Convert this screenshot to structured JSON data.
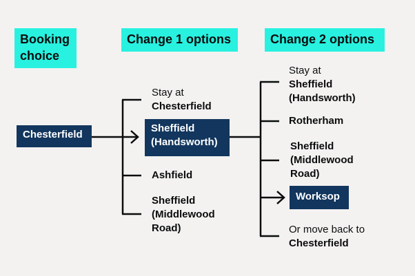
{
  "headers": {
    "booking": "Booking choice",
    "change1": "Change 1 options",
    "change2": "Change 2 options"
  },
  "booking": {
    "label": "Chesterfield"
  },
  "change1": {
    "stay_prefix": "Stay at",
    "stay_name": "Chesterfield",
    "selected": "Sheffield (Handsworth)",
    "option_ashfield": "Ashfield",
    "option_middlewood": "Sheffield (Middlewood Road)"
  },
  "change2": {
    "stay_prefix": "Stay at",
    "stay_name": "Sheffield (Handsworth)",
    "option_rotherham": "Rotherham",
    "option_middlewood": "Sheffield (Middlewood Road)",
    "selected": "Worksop",
    "back_prefix": "Or move back to",
    "back_name": "Chesterfield"
  },
  "colors": {
    "background": "#f3f2f1",
    "header": "#28f1e0",
    "box": "#12365e",
    "line": "#0b0c0c"
  }
}
